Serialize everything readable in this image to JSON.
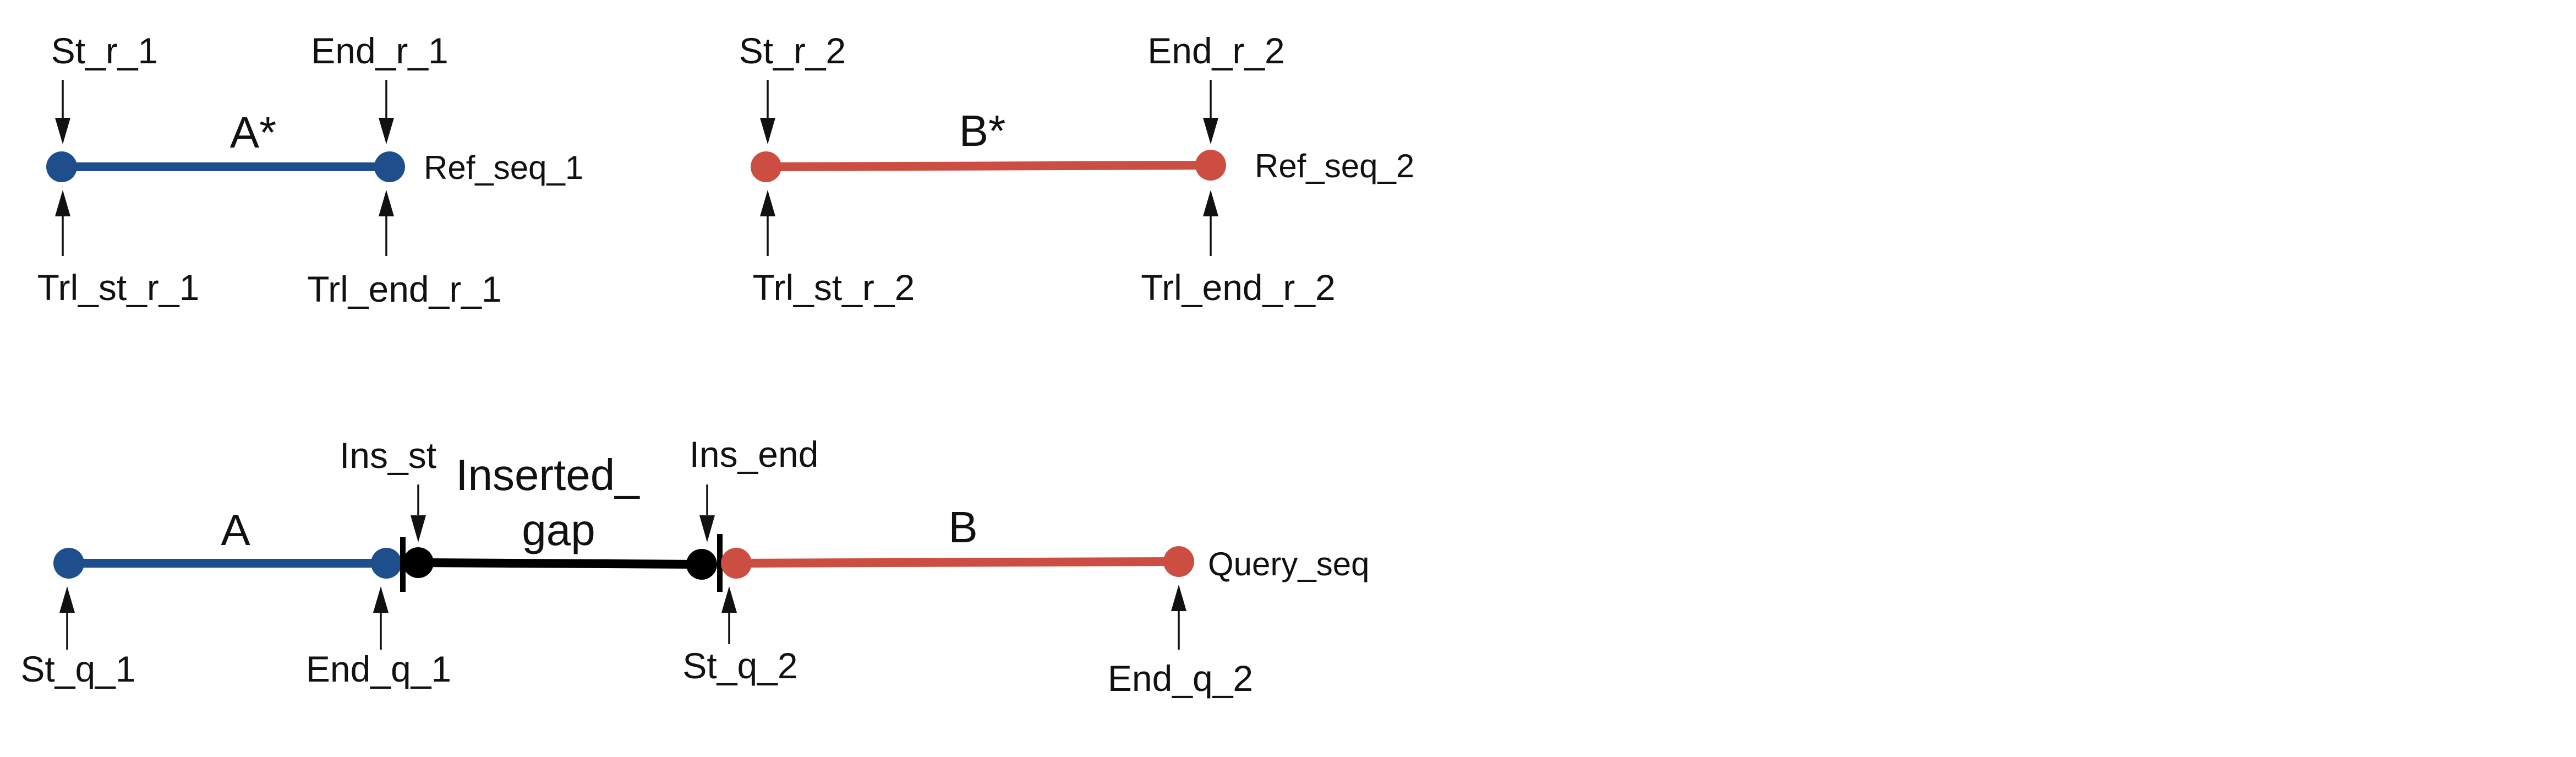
{
  "colors": {
    "ref1": "#1f4e8c",
    "ref2": "#cc4d42",
    "gap": "#000000",
    "arrow": "#111111",
    "text": "#111111"
  },
  "ref_seq_1": {
    "segment_label": "A*",
    "sequence_name": "Ref_seq_1",
    "start_top": "St_r_1",
    "end_top": "End_r_1",
    "start_bottom": "Trl_st_r_1",
    "end_bottom": "Trl_end_r_1"
  },
  "ref_seq_2": {
    "segment_label": "B*",
    "sequence_name": "Ref_seq_2",
    "start_top": "St_r_2",
    "end_top": "End_r_2",
    "start_bottom": "Trl_st_r_2",
    "end_bottom": "Trl_end_r_2"
  },
  "query_seq": {
    "sequence_name": "Query_seq",
    "segment_a_label": "A",
    "segment_b_label": "B",
    "gap_label_line1": "Inserted_",
    "gap_label_line2": "gap",
    "start_q1": "St_q_1",
    "end_q1": "End_q_1",
    "ins_start": "Ins_st",
    "ins_end": "Ins_end",
    "start_q2": "St_q_2",
    "end_q2": "End_q_2"
  }
}
